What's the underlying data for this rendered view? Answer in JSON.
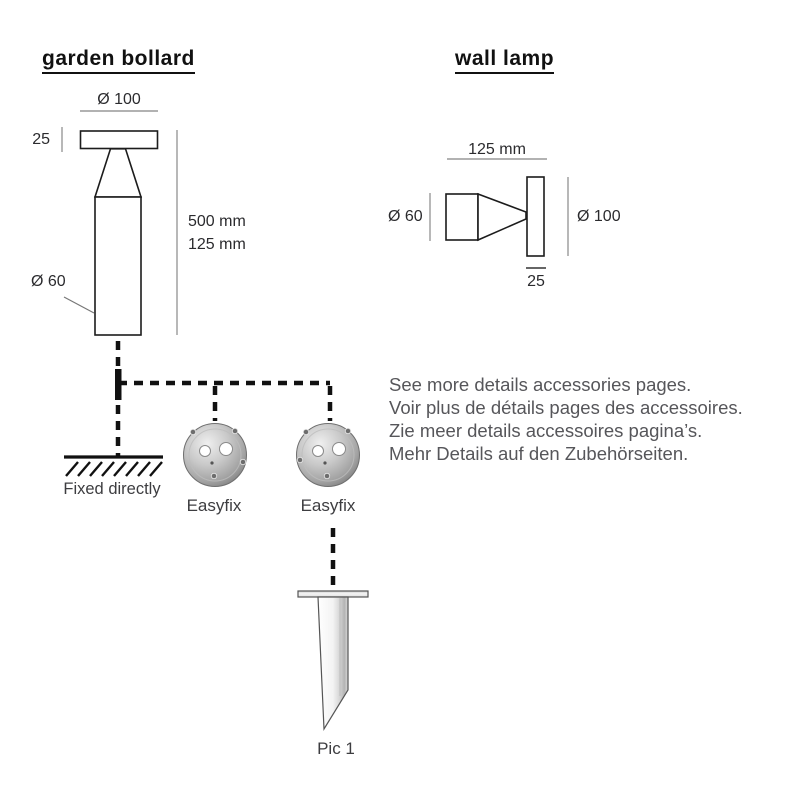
{
  "headings": {
    "garden_bollard": "garden bollard",
    "wall_lamp": "wall lamp"
  },
  "bollard": {
    "cap_diameter": "Ø 100",
    "cap_thickness": "25",
    "height_total": "500 mm",
    "height_alt": "125 mm",
    "body_diameter": "Ø 60"
  },
  "wall_lamp": {
    "length": "125 mm",
    "body_diameter": "Ø 60",
    "plate_diameter": "Ø 100",
    "plate_thickness": "25"
  },
  "mounting": {
    "fixed_directly": "Fixed directly",
    "easyfix_1": "Easyfix",
    "easyfix_2": "Easyfix",
    "spike": "Pic 1"
  },
  "notes": {
    "en": "See more details accessories pages.",
    "fr": "Voir plus de détails pages des accessoires.",
    "nl": "Zie meer details accessoires pagina’s.",
    "de": "Mehr Details auf den Zubehörseiten."
  },
  "colors": {
    "line": "#1c1c1c",
    "dimension_line": "#999999",
    "note_text": "#56565a",
    "label_text": "#3d3d40",
    "metal_light": "#e8e8e8",
    "metal_dark": "#8f8f8f"
  }
}
